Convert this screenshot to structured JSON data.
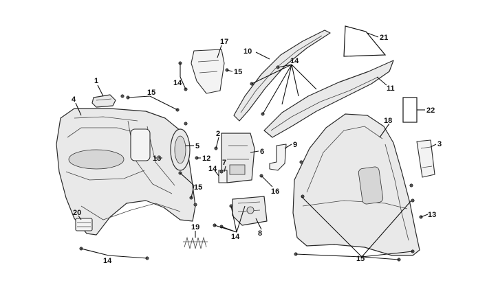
{
  "callouts": {
    "c1": "1",
    "c2": "2",
    "c3": "3",
    "c4": "4",
    "c5": "5",
    "c6": "6",
    "c7": "7",
    "c8": "8",
    "c9": "9",
    "c10": "10",
    "c11": "11",
    "c12": "12",
    "c13a": "13",
    "c13b": "13",
    "c14a": "14",
    "c14b": "14",
    "c14c": "14",
    "c14d": "14",
    "c14e": "14",
    "c15a": "15",
    "c15b": "15",
    "c15c": "15",
    "c15d": "15",
    "c16": "16",
    "c17": "17",
    "c18": "18",
    "c19": "19",
    "c20": "20",
    "c21": "21",
    "c22": "22"
  }
}
